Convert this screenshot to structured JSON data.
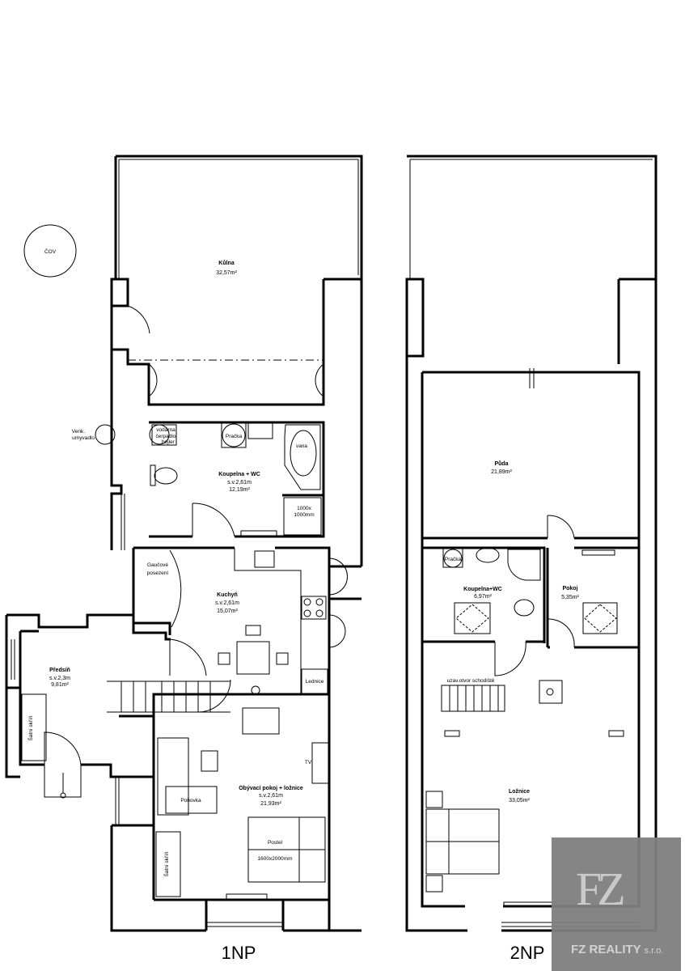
{
  "floors": [
    {
      "label": "1NP",
      "rooms": {
        "kulna": {
          "name": "Kůlna",
          "area": "32,57m²"
        },
        "koupelna": {
          "name": "Koupelna + WC",
          "height": "s.v.2,61m",
          "area": "12,19m²"
        },
        "kuchyn": {
          "name": "Kuchyň",
          "height": "s.v.2,61m",
          "area": "15,07m²"
        },
        "predsin": {
          "name": "Předsíň",
          "height": "s.v.2,3m",
          "area": "9,81m²"
        },
        "obyvaci": {
          "name": "Obývací pokoj + ložnice",
          "height": "s.v.2,61m",
          "area": "21,93m²"
        }
      },
      "labels": {
        "cov": "ČOV",
        "venk_1": "Venk.",
        "venk_2": "umyvadlo",
        "vodarna_1": "vodárna",
        "vodarna_2": "čerpadlo",
        "vodarna_3": "bojler",
        "pracka": "Pračka",
        "vana": "vana",
        "sprcha_1": "1000x",
        "sprcha_2": "1000mm",
        "gauc_1": "Gaučové",
        "gauc_2": "posezení",
        "lednice": "Lednice",
        "satni_1": "Šatní skříň",
        "satni_2": "Šatní skříň",
        "tv": "TV",
        "pohovka": "Pohovka",
        "postel": "Postel",
        "postel_size": "1600x2000mm"
      }
    },
    {
      "label": "2NP",
      "rooms": {
        "puda": {
          "name": "Půda",
          "area": "21,89m²"
        },
        "koupelna": {
          "name": "Koupelna+WC",
          "area": "6,97m²"
        },
        "pokoj": {
          "name": "Pokoj",
          "area": "5,35m²"
        },
        "loznice": {
          "name": "Ložnice",
          "area": "33,05m²"
        }
      },
      "labels": {
        "pracka": "Pračka",
        "schodiste": "uzav.otvor schodiště"
      }
    }
  ],
  "watermark": {
    "logo": "FZ",
    "company": "FZ REALITY",
    "suffix": "s.r.o."
  }
}
